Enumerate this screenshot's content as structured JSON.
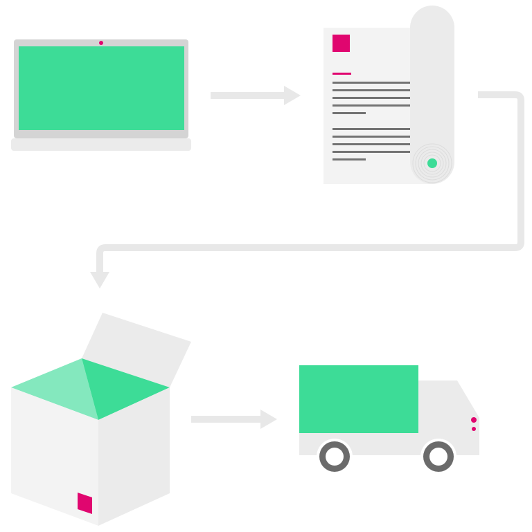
{
  "diagram": {
    "steps": [
      {
        "id": "order",
        "icon": "laptop-icon"
      },
      {
        "id": "invoice",
        "icon": "document-scroll-icon"
      },
      {
        "id": "package",
        "icon": "open-box-icon"
      },
      {
        "id": "delivery",
        "icon": "delivery-truck-icon"
      }
    ],
    "connectors": [
      {
        "from": "order",
        "to": "invoice",
        "style": "straight-arrow"
      },
      {
        "from": "invoice",
        "to": "package",
        "style": "elbow-arrow"
      },
      {
        "from": "package",
        "to": "delivery",
        "style": "straight-arrow"
      }
    ]
  },
  "colors": {
    "green": "#3ddc97",
    "green_light": "#84e8be",
    "magenta": "#e0066f",
    "light_gray": "#ebebeb",
    "paper": "#f3f3f3",
    "mid_gray": "#d4d4d4",
    "dark_gray": "#6b6b6b",
    "line_gray": "#737373",
    "arrow_gray": "#e8e8e8"
  }
}
